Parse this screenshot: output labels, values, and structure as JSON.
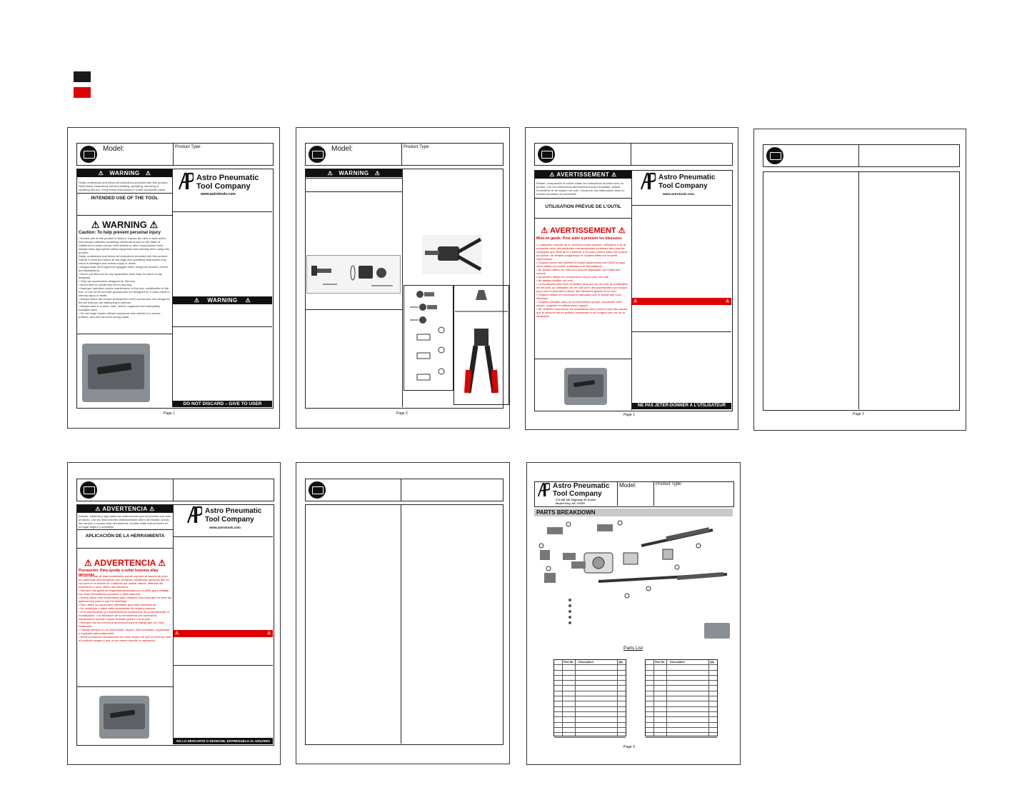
{
  "swatches": {
    "dark": "#1a1a1a",
    "red": "#e00000"
  },
  "common": {
    "model_label": "Model:",
    "product_type_label": "Product Type:",
    "company_line1": "Astro Pneumatic",
    "company_line2": "Tool Company",
    "company_url": "www.astrotools.com",
    "book_icon": "manual-book-icon"
  },
  "en_page1": {
    "warning_bar": "WARNING",
    "intro_text": "Study, understand and follow all instructions provided with this product. Read these instructions before installing, operating, servicing or repairing this tool. Keep these instructions in a safe accessible place.",
    "intended_use": "INTENDED USE OF THE TOOL",
    "big_warning": "WARNING",
    "caution": "Caution: To help prevent personal injury",
    "bullets": [
      "• Normal use of this product is likely to expose the user to dust and/or microscopic particles containing chemicals known to the State of California to cause cancer, birth defects or other reproductive harm. Always wear appropriate safety equipment and clothing when using this product.",
      "Study, understand and follow all instructions provided with this product. Failure to read and follow all warnings and operating instructions may result in damages and serious injury or death.",
      "• Always wear ANSI approved goggles when using this product. (Users and Bystanders).",
      "• Never use this tool for any application other than for which it was designed.",
      "• Only use accessories designed for this tool.",
      "• Never alter or modify this tool in any way.",
      "• Improper operation and/or maintenance of the tool, modification of the tool, or use of the tool with accessories not designed for it could result in serious injury or death.",
      "• Always select the correct accessories of the correct size and design for the job that you are attempting to perform.",
      "• Always work in a clean, safe, well-lit, organized and adequately equipped area.",
      "• Do not begin repairs without assurance that vehicle is in secure position, and will not move during repair."
    ],
    "side_warning": "WARNING",
    "bottom_bar": "DO NOT DISCARD – GIVE TO USER",
    "page": "Page   1"
  },
  "en_page2": {
    "warning_bar": "WARNING",
    "page": "Page 2"
  },
  "fr_page1": {
    "warning_bar": "AVERTISSEMENT",
    "intro_text": "Étudier, comprendre et suivre toutes les instructions fournies avec ce produit. Lire ces instructions attentivement avant d'installer, utiliser, d'entretenir et de réparer cet outil. Conserver ces instructions dans un endroit sécuritaire et accessible.",
    "intended_use": "UTILISATION PRÉVUE DE L'OUTIL",
    "big_warning": "AVERTISSEMENT",
    "caution": "Mise-en garde: Pour aider à prévenir les blessures",
    "bullets": [
      "• L'utilisation normale de ce produit pourrait exposer l'utilisateur à de la poussière et/ou des particules microscopiques contenant des produits chimiques que l'État de la Californie a reconnu comme étant une source de cancer, de défauts congénitaux et d'autres effets sur la santé reproductive.",
      "• Toujours porter des lunettes à coques approuvées par l'ANSI lorsque vous utilisez ce produit. (Utilisateurs et Spectateurs).",
      "• Ne jamais utiliser cet outil pour aucune application qui n'était pas conçue.",
      "• Seulement utiliser les accessoires conçus pour cet outil.",
      "• Ne jamais modifier cet outil.",
      "• Le fonctionnement et/ou l'entretien incorrect de cet outil, la modification de cet outil, ou l'utilisation de cet outil avec des accessoires non conçus pour celui-ci pourraient causer des blessures graves ou la mort.",
      "• Toujours utiliser les accessoires adéquats pour le travail que vous effectuez.",
      "• Toujours travailler dans un environnement propre, sécuritaire, bien éclairé, organisé et suffisamment équipé.",
      "• NE JAMAIS commencer les réparations sans d'abord vous être assuré que le véhicule est en position sécuritaire et ne bougera pas lors de la réparation."
    ],
    "bottom_bar": "NE PAS JETER-DONNER À L'UTILISATEUR",
    "page": "Page   1"
  },
  "fr_page2": {
    "page": "Page 2"
  },
  "es_page1": {
    "warning_bar": "ADVERTENCIA",
    "intro_text": "Estudie, entienda y siga todas las instrucciones que se proveen con este producto. Lea las instrucciones detenidamente antes de instalar, operar, dar servicio o reparar esta herramienta. Guarde estas instrucciones en un lugar seguro y accesible.",
    "intended_use": "APLICACIÓN DE LA HERRAMIENTA",
    "big_warning": "ADVERTENCIA",
    "caution": "Precaución: Para ayudar a evitar lesiones a/las personas",
    "bullets": [
      "• El uso normal de esta herramienta puede exponer al usuario al polvo y/o partículas microscópicas que contienen sustancias químicas que se conocen en el estado de California por causar cáncer, defectos del nacimiento y otros daños reproductivos.",
      "• Siempre use gafas de seguridad aprobadas por la ANSI (para trabajar con esta herramienta) (usuarios y observadores).",
      "• Nunca utilice esta herramienta para cualquier otra cosa que no sean las aplicaciones para lo que fue diseñada.",
      "• Sólo utilice los accesorios diseñados para esta herramienta.",
      "• No modifique o altere esta herramienta de ninguna manera.",
      "• El funcionamiento y/o mantenimiento inadecuado de la herramienta, la modificación, o la utilización de la herramienta con accesorios inadecuados podrían causar lesiones graves o la muerte.",
      "• Siempre use los correctos accesorios para el trabajo que Ud. está realizando.",
      "• Trabaje siempre en un área limpia, segura, bien iluminada, organizada y equipada adecuadamente.",
      "• NUNCA empiece reparaciones sin estar seguro de que el vehículo está en posición segura y que no se mueva durante la reparación."
    ],
    "bottom_bar": "NO LO DESCARTE O DESECHE, ENTREGUELO AL USUARIO",
    "page": ""
  },
  "parts_page": {
    "company_line1": "Astro Pneumatic",
    "company_line2": "Tool Company",
    "address1": "372 NE 4th Highway 52 South",
    "address2": "Mount Airy, NC 27030",
    "model_label": "Model:",
    "product_type_label": "Product Type:",
    "breakdown_title": "PARTS BREAKDOWN",
    "parts_list_title": "Parts List",
    "columns": [
      "Part No.",
      "Description",
      "Qty"
    ],
    "page": "Page 3"
  }
}
